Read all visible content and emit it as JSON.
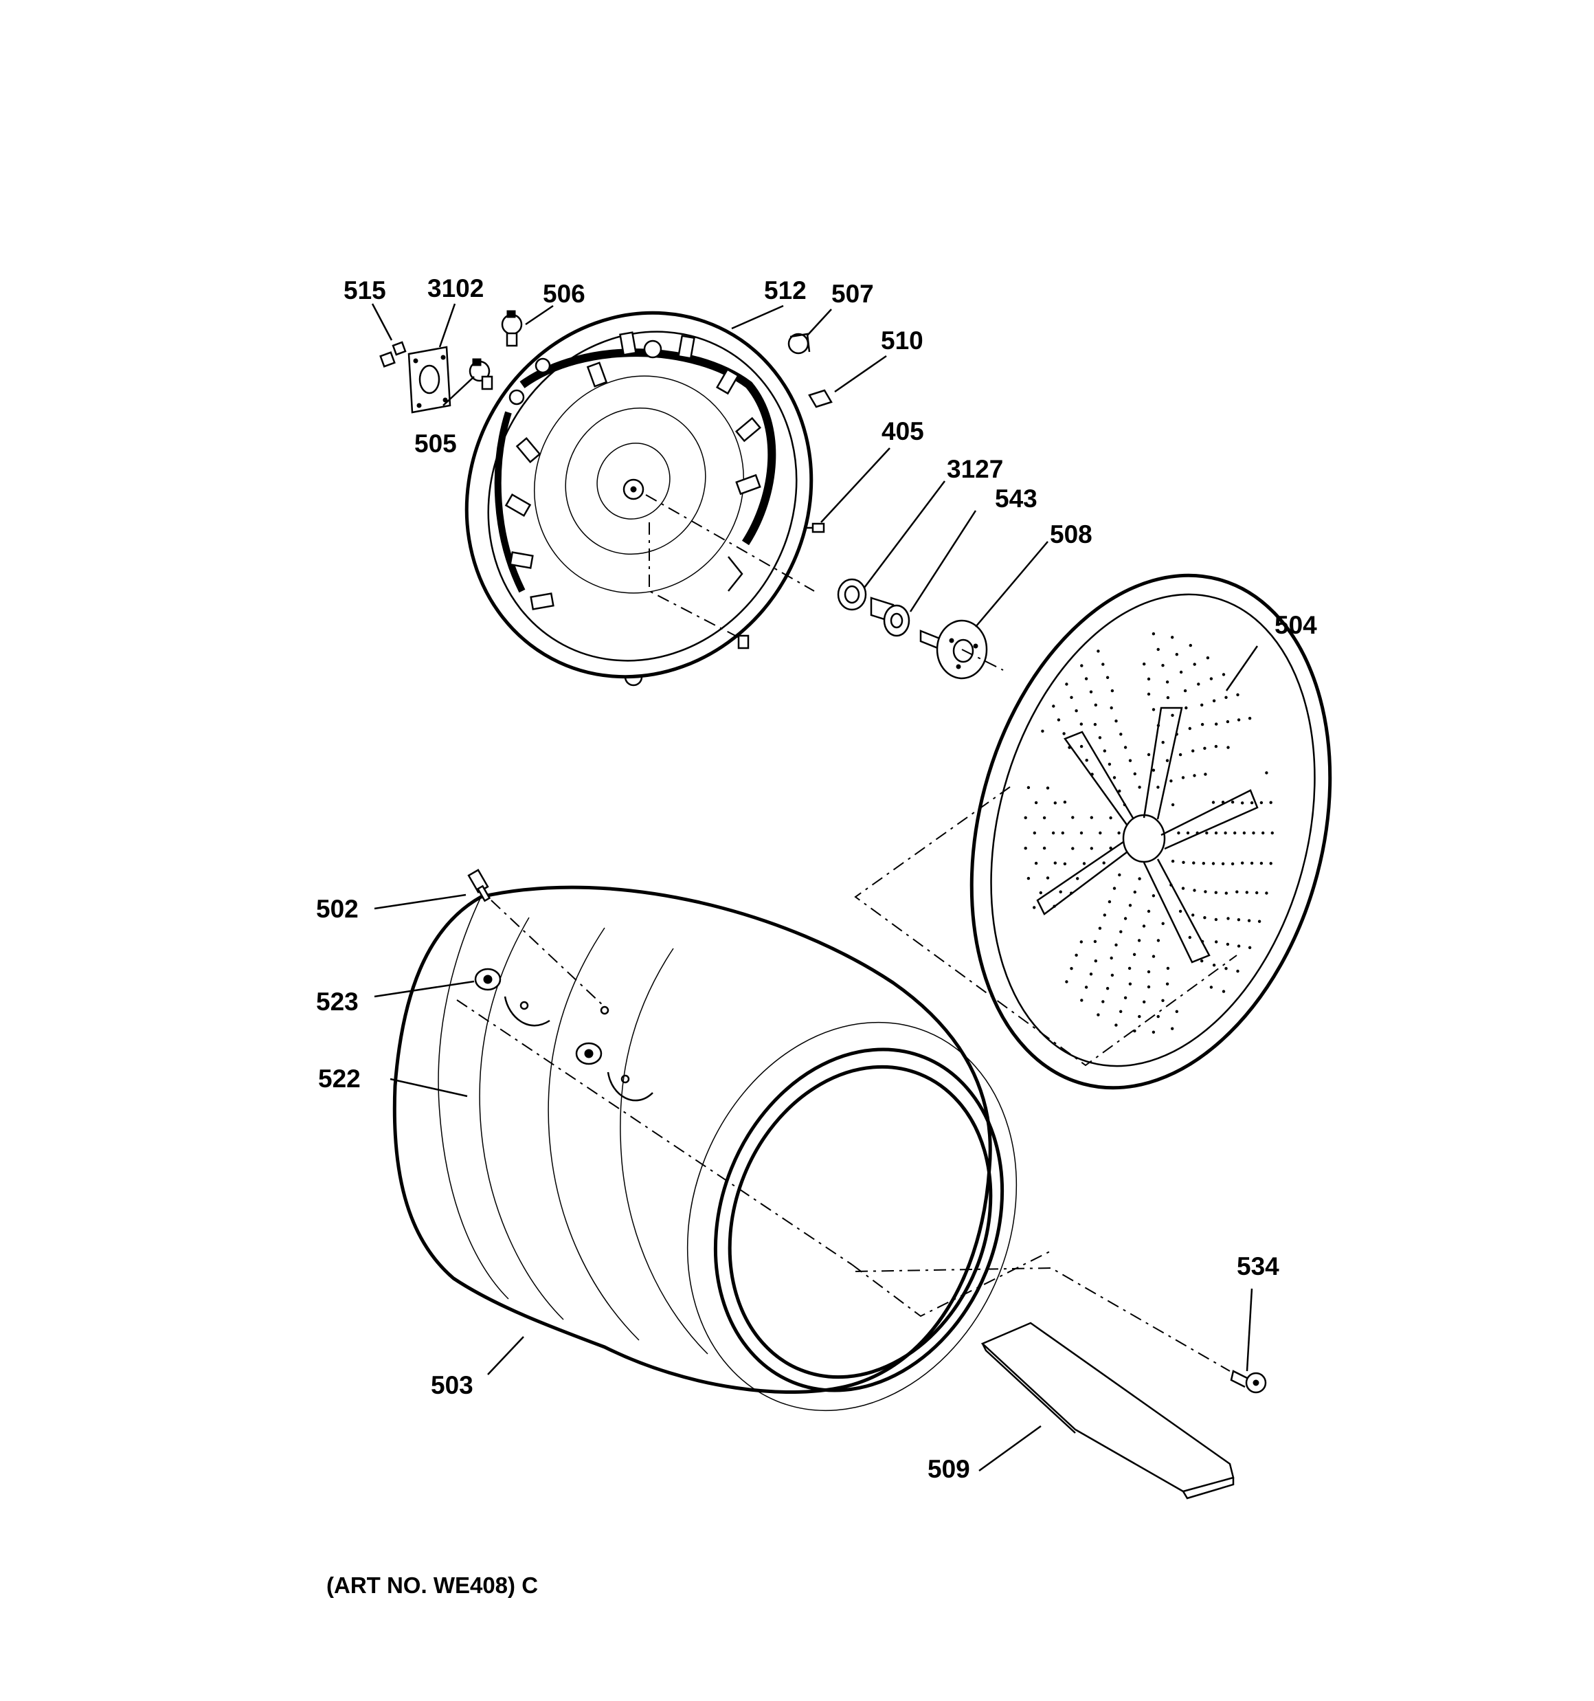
{
  "callouts": {
    "c515": "515",
    "c3102": "3102",
    "c506": "506",
    "c512": "512",
    "c507": "507",
    "c510": "510",
    "c505": "505",
    "c405": "405",
    "c3127": "3127",
    "c543": "543",
    "c508": "508",
    "c504": "504",
    "c502": "502",
    "c523": "523",
    "c522": "522",
    "c534": "534",
    "c503": "503",
    "c509": "509"
  },
  "art_number": "(ART NO. WE408) C"
}
